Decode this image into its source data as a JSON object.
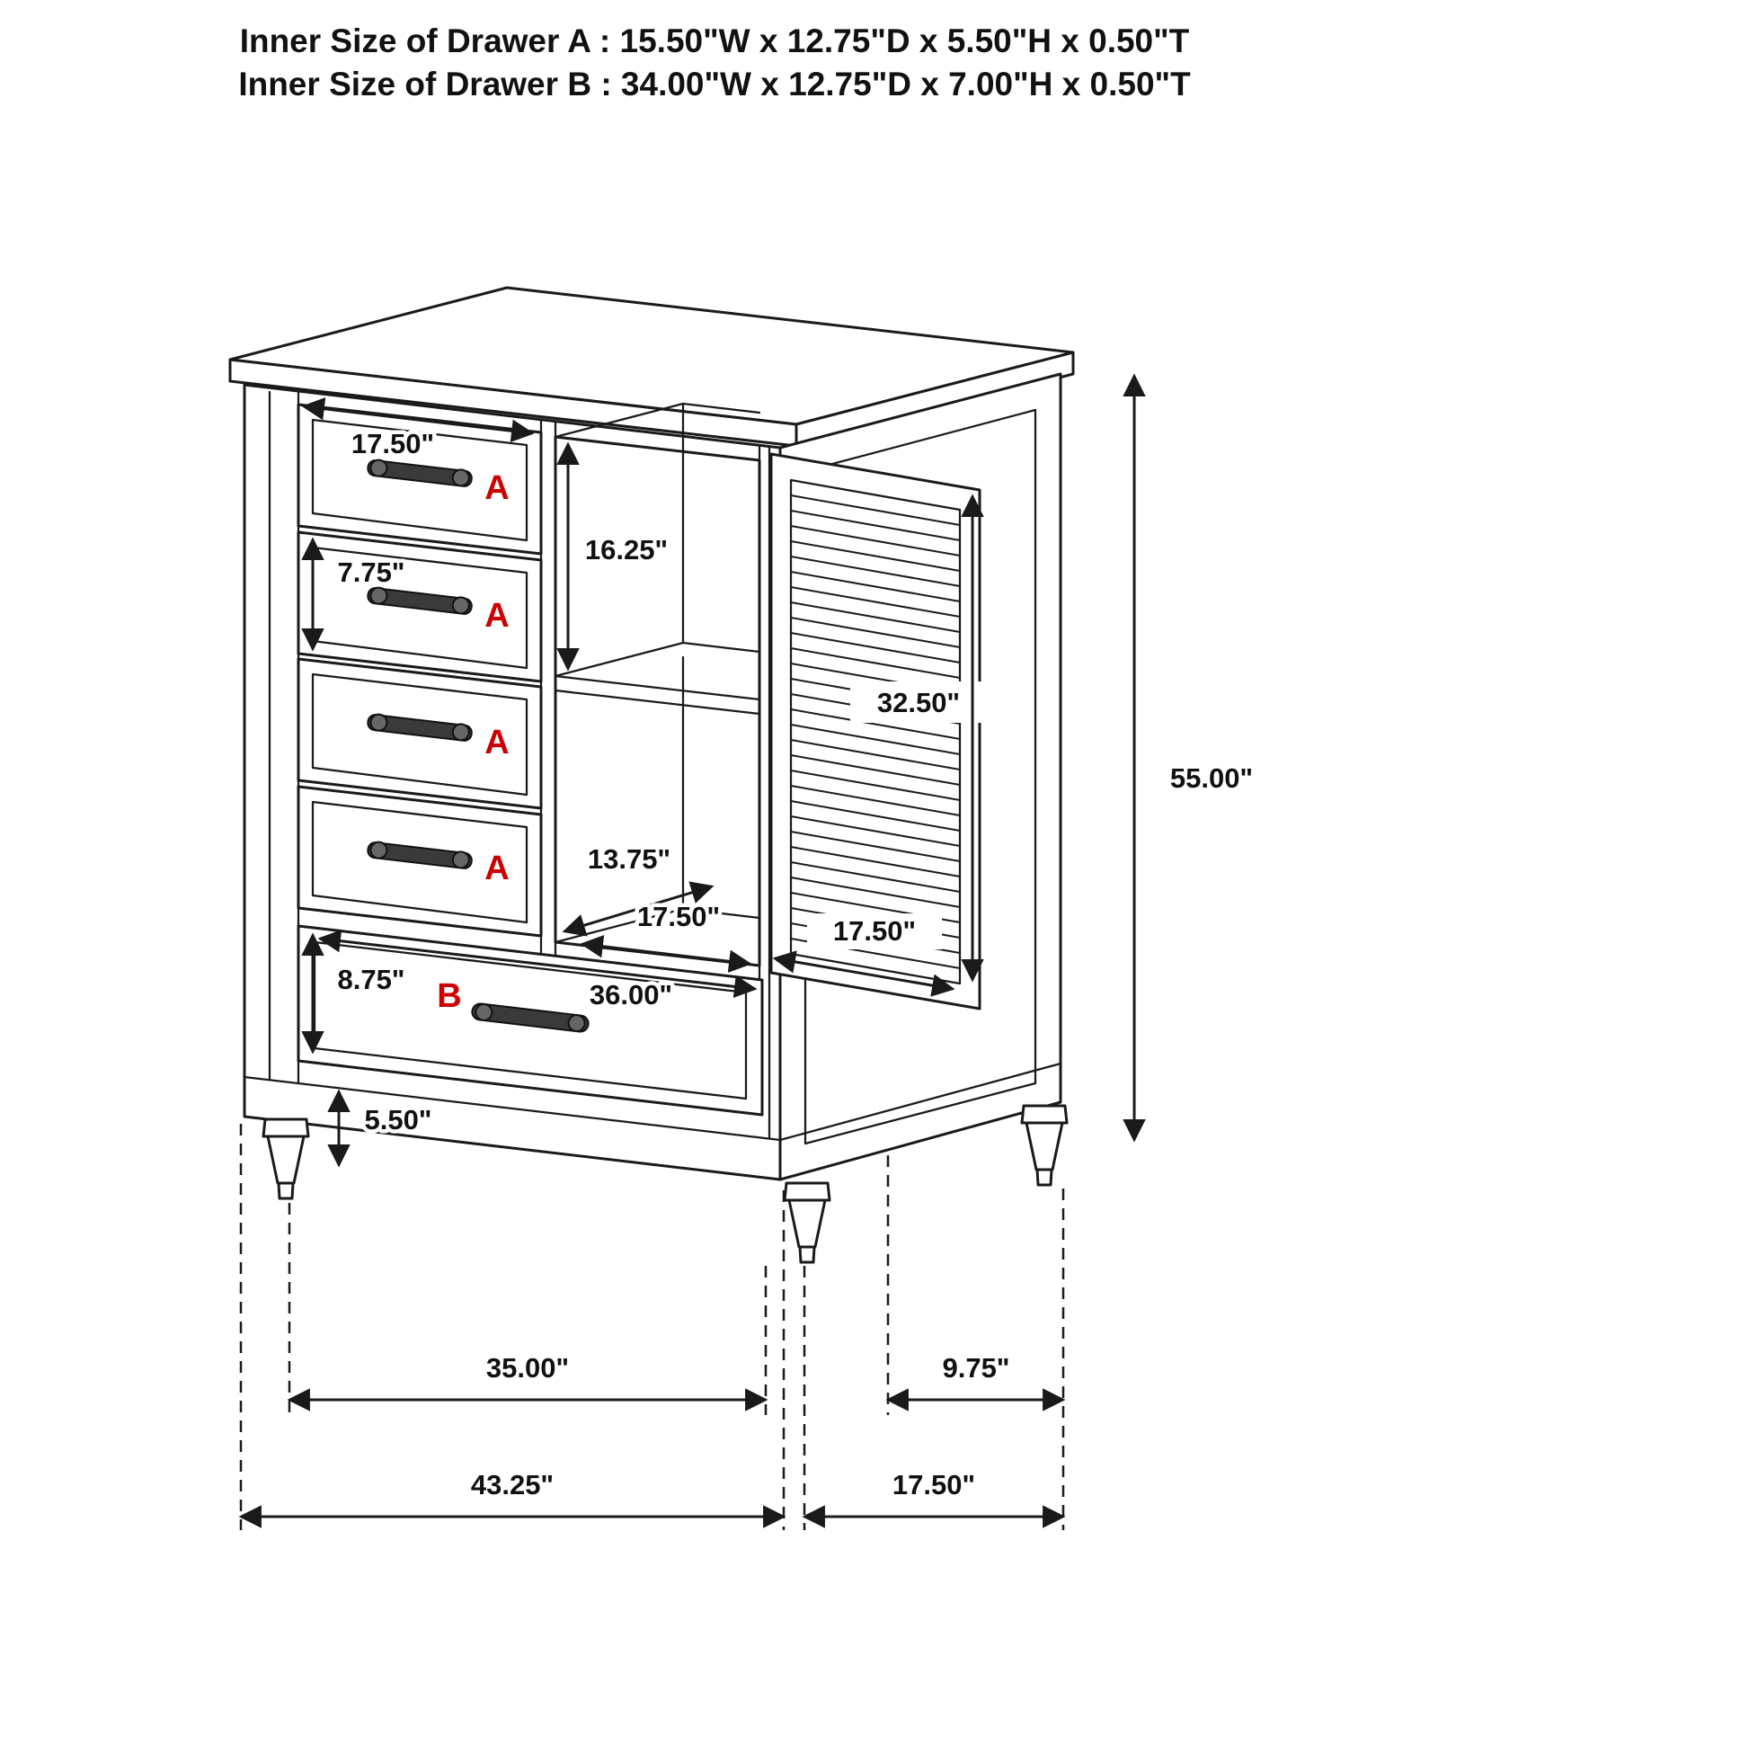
{
  "title": {
    "line1": "Inner Size of Drawer A : 15.50\"W x 12.75\"D x 5.50\"H x 0.50\"T",
    "line2": "Inner Size of Drawer B : 34.00\"W x 12.75\"D x 7.00\"H x 0.50\"T"
  },
  "labels": {
    "a": "A",
    "b": "B"
  },
  "dimensions": {
    "drawer_a_width": "17.50\"",
    "upper_compartment_height": "16.25\"",
    "drawer_a_height": "7.75\"",
    "door_height": "32.50\"",
    "overall_height": "55.00\"",
    "compartment_depth": "13.75\"",
    "compartment_width": "17.50\"",
    "door_width": "17.50\"",
    "drawer_b_height": "8.75\"",
    "drawer_b_width": "36.00\"",
    "leg_height": "5.50\"",
    "front_leg_spacing": "35.00\"",
    "side_leg_spacing": "9.75\"",
    "overall_width": "43.25\"",
    "overall_depth": "17.50\""
  },
  "colors": {
    "line": "#1a1a1a",
    "accent": "#cc0000",
    "background": "#ffffff"
  }
}
